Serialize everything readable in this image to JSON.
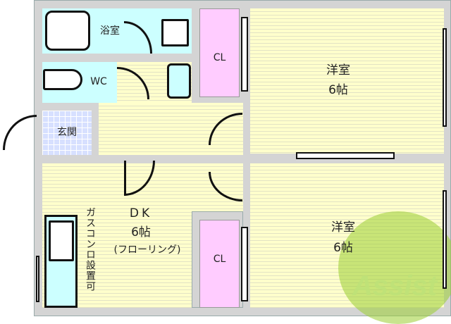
{
  "rooms": {
    "bath": "浴室",
    "wc": "WC",
    "entrance": "玄関",
    "closet_upper": "CL",
    "closet_lower": "CL",
    "western_upper": {
      "name": "洋室",
      "size": "6帖"
    },
    "western_lower": {
      "name": "洋室",
      "size": "6帖"
    },
    "dk": {
      "name": "DK",
      "size": "6帖",
      "note": "(フローリング)"
    },
    "kitchen_note": "ガスコンロ設置可"
  },
  "logo": {
    "text": "Assist",
    "color": "#9acd32"
  },
  "colors": {
    "wet": "#ccffff",
    "floor": "#ffffcc",
    "closet": "#ffccff",
    "wall": "#d4d4d4"
  }
}
